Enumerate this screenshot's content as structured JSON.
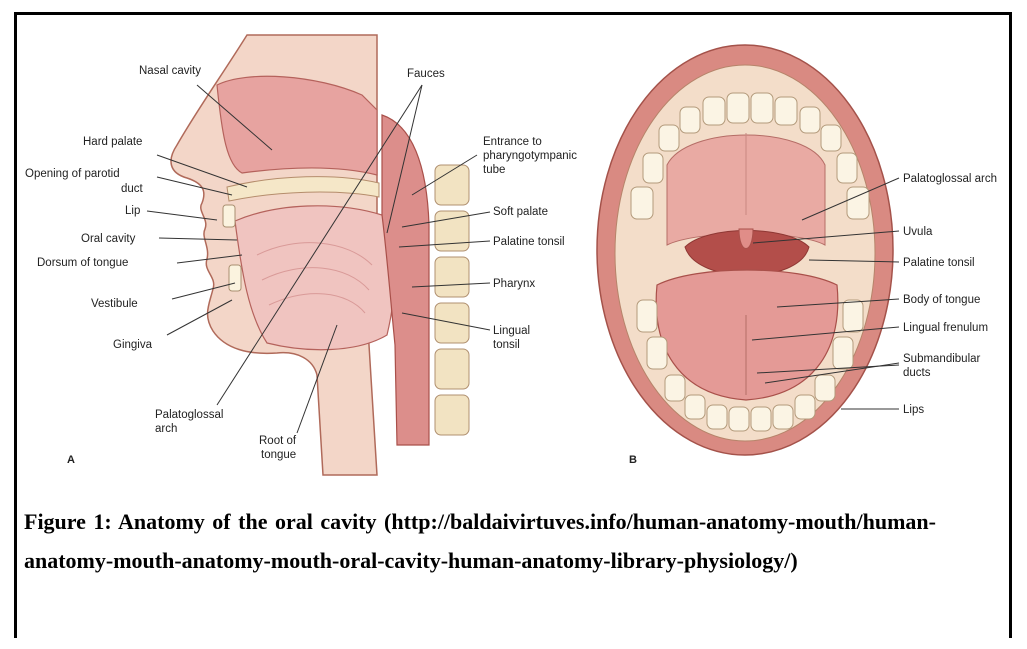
{
  "figure": {
    "panel_a": {
      "letter": "A",
      "labels": {
        "nasal_cavity": "Nasal cavity",
        "hard_palate": "Hard palate",
        "parotid_1": "Opening of parotid",
        "parotid_2": "duct",
        "lip": "Lip",
        "oral_cavity": "Oral cavity",
        "dorsum": "Dorsum of tongue",
        "vestibule": "Vestibule",
        "gingiva": "Gingiva",
        "palatoglossal_1": "Palatoglossal",
        "palatoglossal_2": "arch",
        "root_1": "Root of",
        "root_2": "tongue",
        "fauces": "Fauces",
        "entrance_1": "Entrance to",
        "entrance_2": "pharyngotympanic",
        "entrance_3": "tube",
        "soft_palate": "Soft palate",
        "palatine_tonsil": "Palatine tonsil",
        "pharynx": "Pharynx",
        "lingual_1": "Lingual",
        "lingual_2": "tonsil"
      }
    },
    "panel_b": {
      "letter": "B",
      "labels": {
        "palatoglossal_arch": "Palatoglossal arch",
        "uvula": "Uvula",
        "palatine_tonsil": "Palatine tonsil",
        "body_of_tongue": "Body of tongue",
        "lingual_frenulum": "Lingual frenulum",
        "submandibular_1": "Submandibular",
        "submandibular_2": "ducts",
        "lips": "Lips"
      }
    },
    "caption": "Figure 1: Anatomy of the oral cavity (http://baldaivirtuves.info/human-anatomy-mouth/human-anatomy-mouth-anatomy-mouth-oral-cavity-human-anatomy-library-physiology/)"
  }
}
